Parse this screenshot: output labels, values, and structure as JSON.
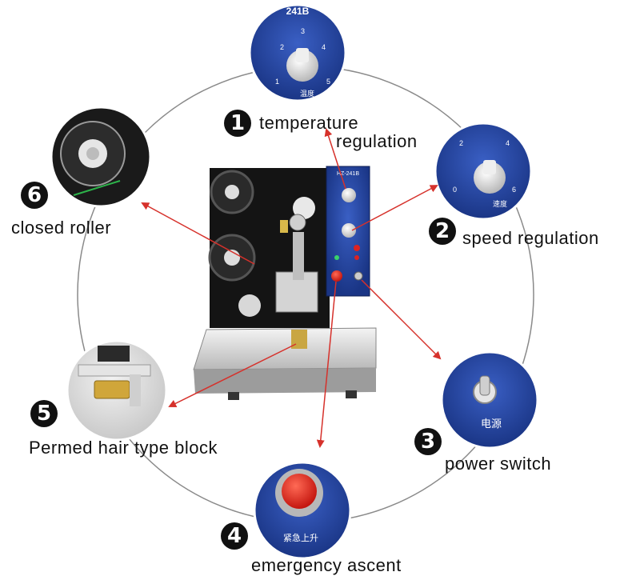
{
  "features": [
    {
      "number": "1",
      "label_line1": "temperature",
      "label_line2": "regulation"
    },
    {
      "number": "2",
      "label": "speed regulation"
    },
    {
      "number": "3",
      "label": "power switch"
    },
    {
      "number": "4",
      "label": "emergency ascent"
    },
    {
      "number": "5",
      "label": "Permed hair type block"
    },
    {
      "number": "6",
      "label": "closed roller"
    }
  ],
  "closeups": {
    "temperature": {
      "model_text": "241B",
      "scale": [
        "1",
        "2",
        "3",
        "4",
        "5"
      ],
      "caption": "温度"
    },
    "speed": {
      "scale": [
        "0",
        "2",
        "4",
        "6"
      ],
      "caption": "速度"
    },
    "power": {
      "caption": "电源"
    },
    "emergency": {
      "caption": "紧急上升"
    }
  },
  "machine": {
    "panel_model": "HZ-241B"
  },
  "colors": {
    "panel_blue": "#1f3f95",
    "arrow_red": "#d6312b",
    "button_red": "#e2231a",
    "ring_gray": "#8a8a8a"
  }
}
